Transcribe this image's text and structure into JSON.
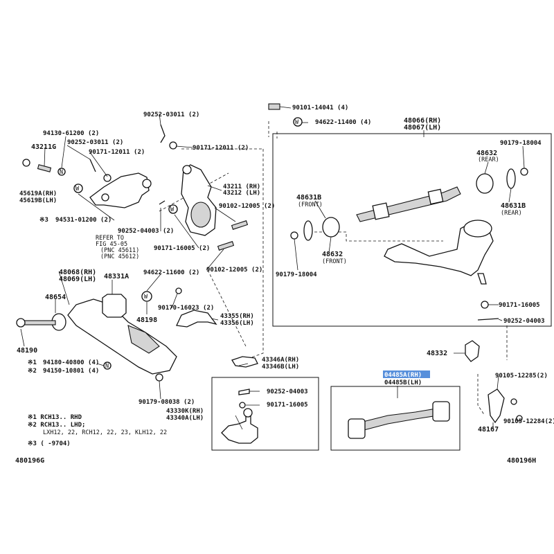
{
  "labels": {
    "p90252_03011": "90252-03011 (2)",
    "p94130": "94130-61200 (2)",
    "p90252_03011b": "90252-03011 (2)",
    "p43211g": "43211G",
    "p90171_12011a": "90171-12011 (2)",
    "p90171_12011b": "90171-12011 (2)",
    "p45619a": "45619A(RH)",
    "p45619b": "45619B(LH)",
    "p43211": "43211 (RH)",
    "p43212": "43212 (LH)",
    "p90102_a": "90102-12005 (2)",
    "p94531": "94531-01200 (2)",
    "p90252_04003a": "90252-04003 (2)",
    "refer1": "REFER TO",
    "refer2": "FIG 45-05",
    "refer3": "(PNC 45611)",
    "refer4": "(PNC 45612)",
    "p90171_16005a": "90171-16005 (2)",
    "p90102_b": "90102-12005 (2)",
    "p48068": "48068(RH)",
    "p48069": "48069(LH)",
    "p48331a": "48331A",
    "p94622_11600": "94622-11600 (2)",
    "p48654": "48654",
    "p90170": "90170-16023 (2)",
    "p48198": "48198",
    "p43355": "43355(RH)",
    "p43356": "43356(LH)",
    "p48190": "48190",
    "p94180": "94180-40800 (4)",
    "p94150": "94150-10801 (4)",
    "p43346a": "43346A(RH)",
    "p43346b": "43346B(LH)",
    "p90179_08038": "90179-08038 (2)",
    "p43330k": "43330K(RH)",
    "p43340a": "43340A(LH)",
    "p90252_04003b": "90252-04003",
    "p90171_16005b": "90171-16005",
    "p90101": "90101-14041 (4)",
    "p94622_11400": "94622-11400 (4)",
    "p48066": "48066(RH)",
    "p48067": "48067(LH)",
    "p90179_18004a": "90179-18004",
    "p48632a": "48632",
    "rear1": "(REAR)",
    "p48631b_a": "48631B",
    "front1": "(FRONT)",
    "p48631b_b": "48631B",
    "rear2": "(REAR)",
    "p48632b": "48632",
    "front2": "(FRONT)",
    "p90179_18004b": "90179-18004",
    "p90171_16005c": "90171-16005",
    "p90252_04003c": "90252-04003",
    "p48332": "48332",
    "p04485a": "04485A(RH)",
    "p04485b": "04485B(LH)",
    "p90105_a": "90105-12285(2)",
    "p90105_b": "90105-12284(2)",
    "p48167": "48167",
    "fig_left": "480196G",
    "fig_right": "480196H"
  },
  "mark_w": "W",
  "mark_n": "N",
  "mark_x1": "※1",
  "mark_x2": "※2",
  "mark_x3": "※3",
  "notes": {
    "n1": "※1 RCH13.. RHD",
    "n2": "※2 RCH13.. LHD;",
    "n2b": "LXH12, 22, RCH12, 22, 23, KLH12, 22",
    "n3": "※3 (      -9704)"
  },
  "highlight_color": "#3a7bd5"
}
